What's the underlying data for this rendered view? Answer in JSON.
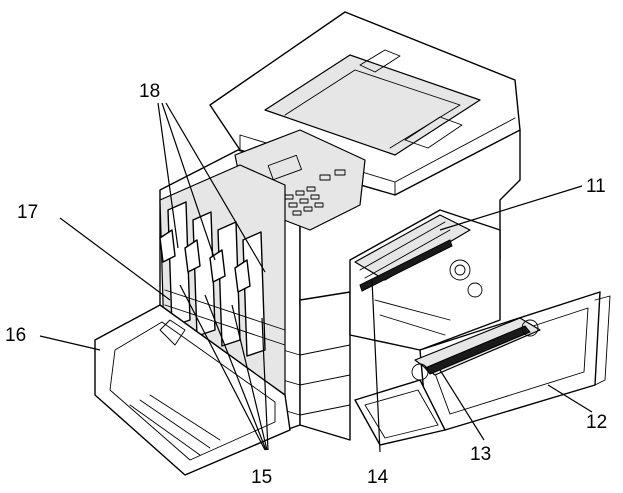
{
  "callouts": [
    {
      "id": "11",
      "label": "11"
    },
    {
      "id": "12",
      "label": "12"
    },
    {
      "id": "13",
      "label": "13"
    },
    {
      "id": "14",
      "label": "14"
    },
    {
      "id": "15",
      "label": "15"
    },
    {
      "id": "16",
      "label": "16"
    },
    {
      "id": "17",
      "label": "17"
    },
    {
      "id": "18",
      "label": "18"
    }
  ]
}
